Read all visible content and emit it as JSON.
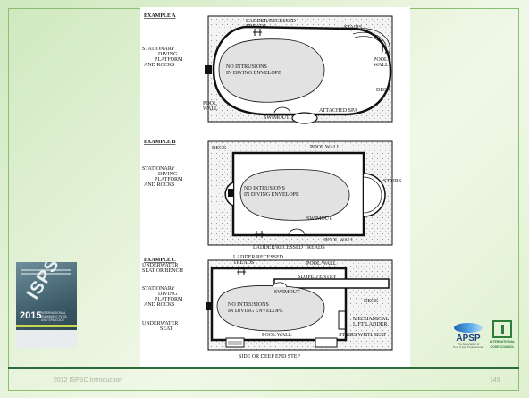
{
  "slide": {
    "footer_left": "2012 ISPSC Introduction",
    "page_number": "149"
  },
  "figure": {
    "example_a": {
      "heading": "EXAMPLE A",
      "platform_label": [
        "STATIONARY",
        "DIVING",
        "PLATFORM",
        "AND ROCKS"
      ],
      "envelope_label": [
        "NO INTRUSIONS",
        "IN DIVING ENVELOPE"
      ],
      "ladder_label": [
        "LADDER/RECESSED",
        "TREADS"
      ],
      "stairs_label": "STAIRS",
      "pool_wall_right": [
        "POOL",
        "WALL"
      ],
      "deck_label": "DECK",
      "pool_wall_left": [
        "POOL",
        "WALL"
      ],
      "swimout_label": "SWIMOUT",
      "spa_label": "ATTACHED SPA"
    },
    "example_b": {
      "heading": "EXAMPLE B",
      "deck_label": "DECK",
      "pool_wall_top": "POOL WALL",
      "platform_label": [
        "STATIONARY",
        "DIVING",
        "PLATFORM",
        "AND ROCKS"
      ],
      "envelope_label": [
        "NO INTRUSIONS",
        "IN DIVING ENVELOPE"
      ],
      "stairs_label": "STAIRS",
      "swimout_label": "SWIMOUT",
      "pool_wall_bottom": "POOL WALL",
      "ladder_label": "LADDER/RECESSED TREADS"
    },
    "example_c": {
      "heading": "EXAMPLE C",
      "underwater_bench_label": [
        "UNDERWATER",
        "SEAT OR BENCH"
      ],
      "ladder_label": [
        "LADDER/RECESSED",
        "TREADS"
      ],
      "pool_wall_top": "POOL WALL",
      "sloped_entry_label": "SLOPED ENTRY",
      "swimout_label": "SWIMOUT",
      "platform_label": [
        "STATIONARY",
        "DIVING",
        "PLATFORM",
        "AND ROCKS"
      ],
      "envelope_label": [
        "NO INTRUSIONS",
        "IN DIVING ENVELOPE"
      ],
      "deck_label": "DECK",
      "mechanical_label": [
        "MECHANICAL",
        "LIFT LADDER"
      ],
      "underwater_seat_label": [
        "UNDERWATER",
        "SEAT"
      ],
      "pool_wall_bottom": "POOL WALL",
      "stairs_seat_label": "STAIRS WITH SEAT",
      "step_label": "SIDE OR DEEP END STEP"
    }
  },
  "cover": {
    "title": "ISPSC",
    "year": "2015",
    "subtitle": [
      "INTERNATIONAL",
      "SWIMMING POOL",
      "AND SPA CODE"
    ]
  },
  "logos": {
    "apsp_name": "APSP",
    "apsp_tagline": [
      "The Association of",
      "Pool & Spa Professionals"
    ],
    "icc_name": [
      "INTERNATIONAL",
      "CODE COUNCIL"
    ]
  },
  "colors": {
    "accent_green": "#2e6b3a",
    "background_green": "#dcefcc",
    "apsp_blue": "#1b3e80"
  }
}
